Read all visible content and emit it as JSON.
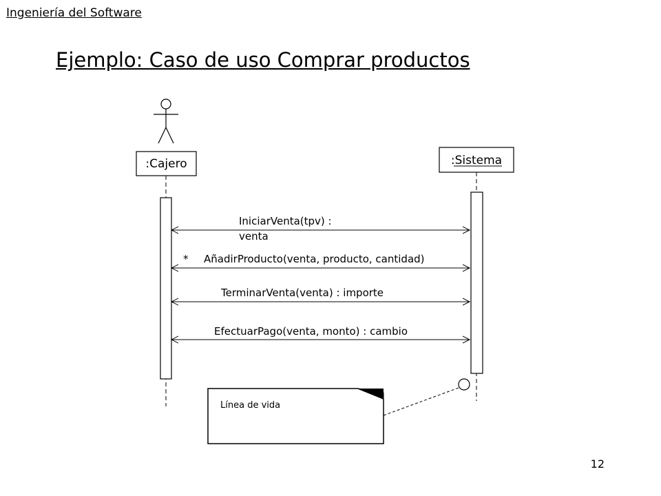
{
  "header": {
    "course": "Ingeniería del Software",
    "title": "Ejemplo: Caso de uso Comprar productos"
  },
  "diagram": {
    "actor": {
      "name": ":Cajero"
    },
    "system": {
      "name": ":Sistema"
    },
    "messages": [
      {
        "label": "IniciarVenta(tpv) :",
        "label_continued": "venta"
      },
      {
        "prefix": "*",
        "label": "AñadirProducto(venta, producto, cantidad)"
      },
      {
        "label": "TerminarVenta(venta) : importe"
      },
      {
        "label": "EfectuarPago(venta, monto) : cambio"
      }
    ],
    "note": {
      "text": "Línea de vida"
    }
  },
  "footer": {
    "page_number": "12"
  }
}
